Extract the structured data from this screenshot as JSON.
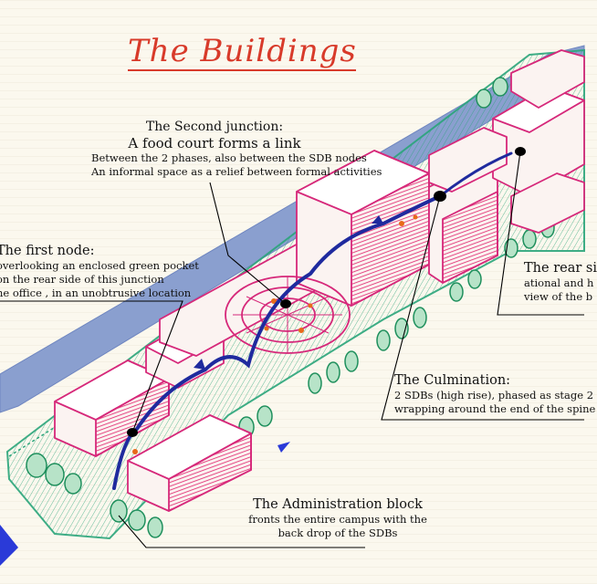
{
  "title": "The Buildings",
  "annotations": {
    "second_junction": {
      "heading1": "The Second junction:",
      "heading2": "A food court forms a link",
      "lines": [
        "Between the 2 phases, also between the SDB nodes",
        "An informal space as a relief between formal activities"
      ]
    },
    "first_node": {
      "heading": "The first node:",
      "lines": [
        "overlooking an enclosed green pocket",
        "on the rear side of this junction",
        "he office , in an unobtrusive location"
      ]
    },
    "culmination": {
      "heading": "The Culmination:",
      "lines": [
        "2 SDBs (high rise), phased as stage 2",
        "wrapping around the end of the spine"
      ]
    },
    "administration": {
      "heading": "The Administration block",
      "lines": [
        "fronts the entire campus with the",
        "back drop of the SDBs"
      ]
    },
    "rear": {
      "heading": "The rear si",
      "lines": [
        "ational and h",
        "view of the b"
      ]
    }
  },
  "colors": {
    "title": "#d83a2a",
    "building_outline": "#d6287a",
    "building_hatch": "#e0206a",
    "landscape": "#2aa57a",
    "road": "#8a9fcf",
    "spine_arrow": "#1f2a9e",
    "node": "#000000",
    "orange_accent": "#e86a1a"
  }
}
